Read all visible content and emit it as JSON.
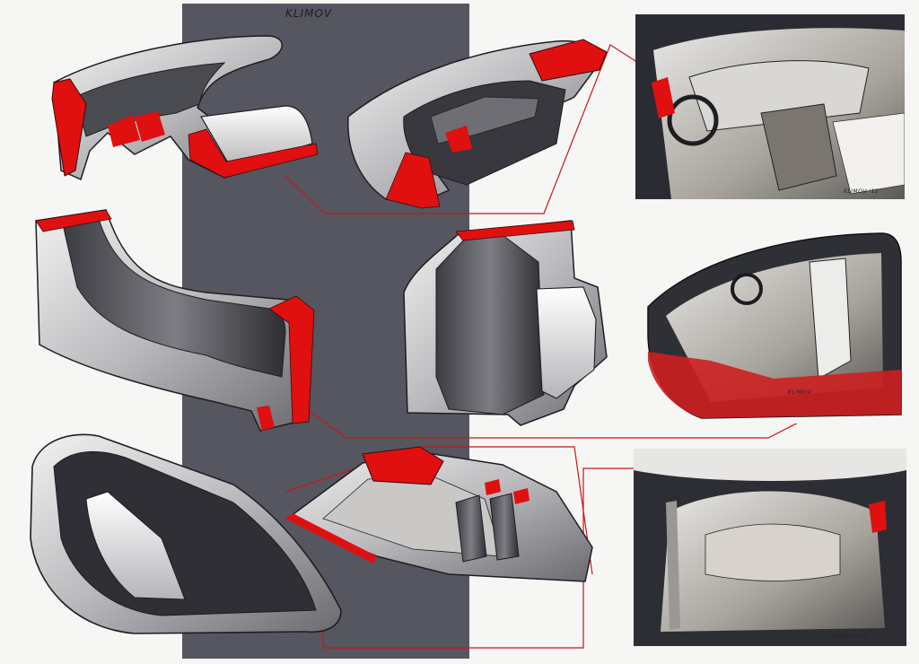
{
  "signatures": {
    "main": "KLIMOV",
    "photo_top": "KLIMOV '12",
    "photo_mid": "KLIMOV",
    "photo_bottom": "KLIMOV '12"
  },
  "colors": {
    "accent_red": "#e01010",
    "band": "#55565f",
    "paper": "#f6f6f5",
    "photo_dark": "#2b2c33"
  }
}
